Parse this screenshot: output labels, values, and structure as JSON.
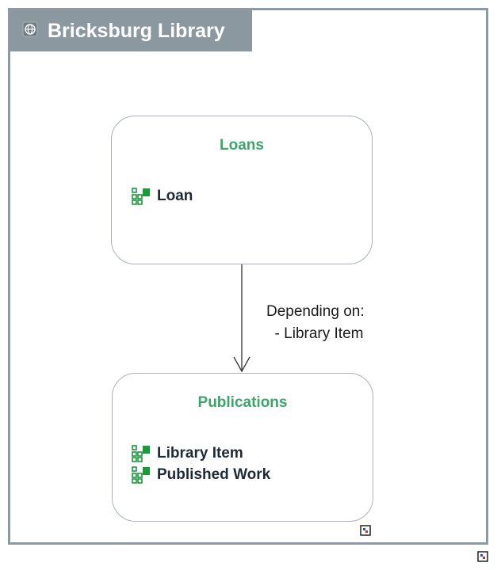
{
  "header": {
    "title": "Bricksburg Library",
    "icon": "globe-icon"
  },
  "modules": {
    "loans": {
      "title": "Loans",
      "entities": [
        "Loan"
      ]
    },
    "publications": {
      "title": "Publications",
      "entities": [
        "Library Item",
        "Published Work"
      ]
    }
  },
  "dependency": {
    "line1": "Depending on:",
    "line2": "  - Library Item"
  },
  "colors": {
    "frame": "#8d9aa4",
    "title_bar": "#8c989f",
    "module_title": "#3ca66a",
    "entity_icon": "#1a9b3b"
  }
}
